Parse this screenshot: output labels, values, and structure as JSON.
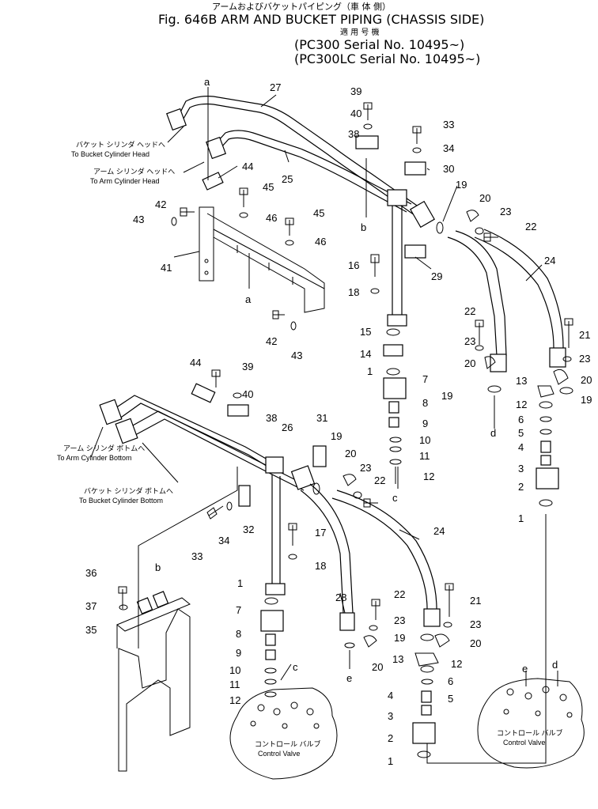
{
  "title": {
    "jp_line": "アームおよびバケットパイピング（車 体 側）",
    "en_line": "Fig. 646B ARM AND BUCKET PIPING (CHASSIS SIDE)",
    "applicable_jp": "適 用 号 機",
    "serial_1": "(PC300   Serial No. 10495~)",
    "serial_2": "(PC300LC Serial No. 10495~)"
  },
  "notes": {
    "bucket_head_jp": "バケット シリンダ ヘッドへ",
    "bucket_head_en": "To Bucket Cylinder Head",
    "arm_head_jp": "アーム シリンダ ヘッドへ",
    "arm_head_en": "To Arm Cylinder Head",
    "arm_bottom_jp": "アーム シリンダ ボトムへ",
    "arm_bottom_en": "To Arm Cylinder Bottom",
    "bucket_bottom_jp": "バケット シリンダ ボトムへ",
    "bucket_bottom_en": "To Bucket Cylinder Bottom",
    "cv_left_jp": "コントロール バルブ",
    "cv_left_en": "Control Valve",
    "cv_right_jp": "コントロール バルブ",
    "cv_right_en": "Control Valve"
  },
  "callouts": {
    "c27": "27",
    "ca1": "a",
    "c39a": "39",
    "c40a": "40",
    "c38a": "38",
    "c33a": "33",
    "c34a": "34",
    "c30": "30",
    "c44a": "44",
    "c25": "25",
    "c45a": "45",
    "c46a": "46",
    "c42a": "42",
    "c43a": "43",
    "c45b": "45",
    "c46b": "46",
    "c41": "41",
    "cb1": "b",
    "c19a": "19",
    "c20a": "20",
    "c23a": "23",
    "c22a": "22",
    "c24a": "24",
    "c29": "29",
    "c16": "16",
    "c18a": "18",
    "ca2": "a",
    "c15": "15",
    "c14": "14",
    "c1a": "1",
    "c7a": "7",
    "c8a": "8",
    "c9a": "9",
    "c10a": "10",
    "c11a": "11",
    "c12a": "12",
    "cc1": "c",
    "c42b": "42",
    "c43b": "43",
    "c22b": "22",
    "c23b": "23",
    "c20b": "20",
    "c19b": "19",
    "cd1": "d",
    "c21a": "21",
    "c23c": "23",
    "c20c": "20",
    "c13a": "13",
    "c19c": "19",
    "c12b": "12",
    "c6a": "6",
    "c5a": "5",
    "c4a": "4",
    "c3a": "3",
    "c2a": "2",
    "c1b": "1",
    "c44b": "44",
    "c39b": "39",
    "c40b": "40",
    "c38b": "38",
    "c26": "26",
    "c31": "31",
    "c19d": "19",
    "c20d": "20",
    "c23d": "23",
    "c22c": "22",
    "c24b": "24",
    "c32": "32",
    "c33b": "33",
    "c34b": "34",
    "c17": "17",
    "c18b": "18",
    "c28": "28",
    "c36": "36",
    "cb2": "b",
    "c37": "37",
    "c35": "35",
    "c1c": "1",
    "c7b": "7",
    "c8b": "8",
    "c9b": "9",
    "c10b": "10",
    "c11b": "11",
    "c12c": "12",
    "cc2": "c",
    "c22d": "22",
    "c23e": "23",
    "c19e": "19",
    "c20e": "20",
    "ce1": "e",
    "c21b": "21",
    "c23f": "23",
    "c20f": "20",
    "c13b": "13",
    "c12d": "12",
    "c6b": "6",
    "c5b": "5",
    "c4b": "4",
    "c3b": "3",
    "c2b": "2",
    "c1d": "1",
    "ce2": "e",
    "cd2": "d"
  }
}
